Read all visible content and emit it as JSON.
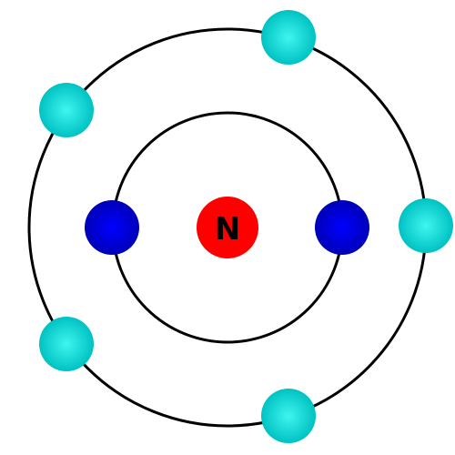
{
  "nucleus": {
    "symbol": "N",
    "color": "#ff0000"
  },
  "shells": [
    {
      "name": "inner-shell",
      "electron_count": 2,
      "electron_color": "#0000cc"
    },
    {
      "name": "outer-shell",
      "electron_count": 5,
      "electron_color": "#00cccc"
    }
  ],
  "orbit_color": "#000000"
}
